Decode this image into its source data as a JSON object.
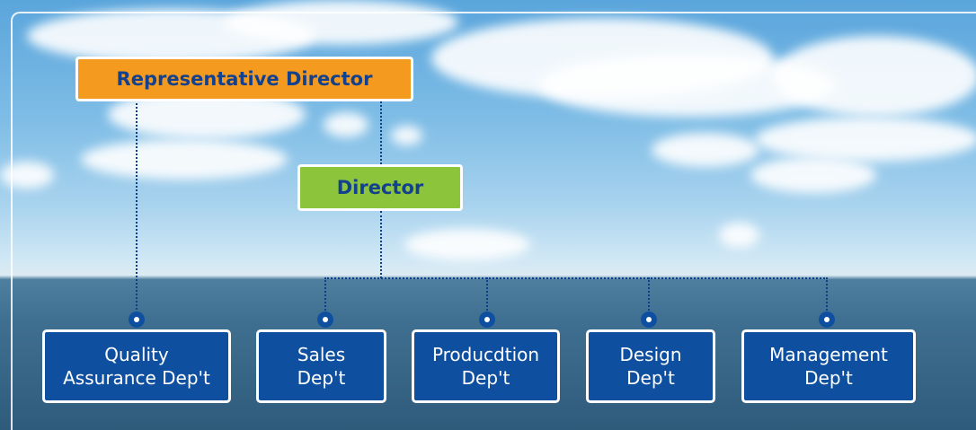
{
  "org_chart": {
    "top": {
      "label": "Representative Director"
    },
    "mid": {
      "label": "Director"
    },
    "departments": [
      {
        "line1": "Quality",
        "line2": "Assurance Dep't"
      },
      {
        "line1": "Sales",
        "line2": "Dep't"
      },
      {
        "line1": "Producdtion",
        "line2": "Dep't"
      },
      {
        "line1": "Design",
        "line2": "Dep't"
      },
      {
        "line1": "Management",
        "line2": "Dep't"
      }
    ]
  },
  "colors": {
    "top_box": "#f49a1f",
    "mid_box": "#8cc43c",
    "dept_box": "#0f4fa0",
    "label_text": "#14418e"
  }
}
